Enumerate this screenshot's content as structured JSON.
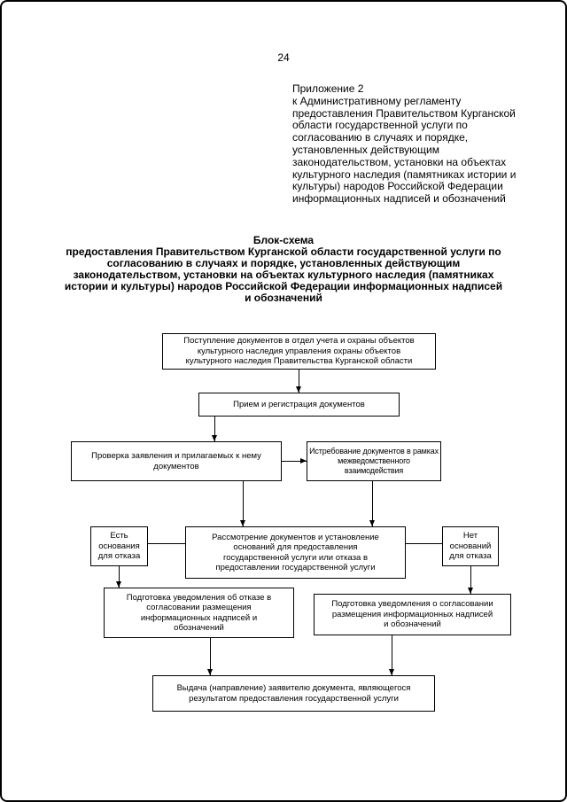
{
  "page": {
    "number": "24",
    "appendix": "Приложение 2\nк Административному регламенту\nпредоставления Правительством Курганской\nобласти государственной услуги по\nсогласованию в случаях и порядке,\nустановленных действующим\nзаконодательством, установки на объектах\nкультурного наследия (памятниках истории и\nкультуры) народов Российской Федерации\nинформационных надписей и обозначений",
    "title": "Блок-схема\nпредоставления Правительством Курганской области государственной услуги по\nсогласованию в случаях и порядке, установленных действующим\nзаконодательством, установки на объектах культурного наследия (памятниках\nистории и культуры) народов Российской Федерации информационных надписей\nи обозначений"
  },
  "flowchart": {
    "nodes": {
      "start": "Поступление документов в отдел учета и охраны объектов\nкультурного наследия управления охраны объектов\nкультурного наследия Правительства Курганской области",
      "reception": "Прием и регистрация документов",
      "check": "Проверка заявления и прилагаемых к нему\nдокументов",
      "request": "Истребование документов в рамках\nмежведомственного взаимодействия",
      "review": "Рассмотрение документов и установление\nоснований для предоставления\nгосударственной услуги или отказа в\nпредоставлении государственной услуги",
      "has_grounds": "Есть\nоснования\nдля отказа",
      "no_grounds": "Нет\nоснований\nдля отказа",
      "refusal_notice": "Подготовка уведомления об отказе в\nсогласовании размещения\nинформационных надписей и\nобозначений",
      "approval_notice": "Подготовка уведомления о согласовании\nразмещения информационных надписей\nи обозначений",
      "issue": "Выдача (направление) заявителю документа, являющегося\nрезультатом предоставления государственной услуги"
    }
  }
}
